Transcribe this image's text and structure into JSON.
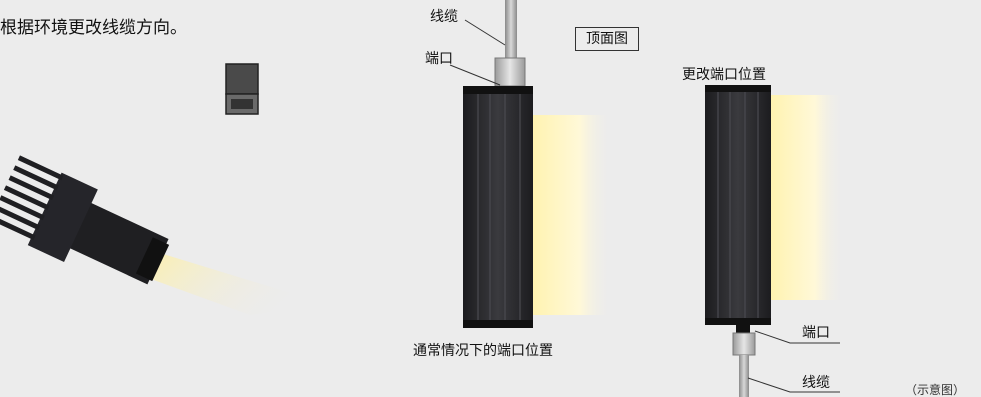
{
  "headline": "根据环境更改线缆方向。",
  "labels": {
    "cable_top": "线缆",
    "port_top": "端口",
    "top_view": "顶面图",
    "normal_caption": "通常情况下的端口位置",
    "changed_caption": "更改端口位置",
    "port_bottom": "端口",
    "cable_bottom": "线缆",
    "schematic_note": "（示意图）"
  },
  "colors": {
    "background": "#ececec",
    "housing": "#2b2b2e",
    "light_beam": "#fff6c0",
    "connector": "#c9c9c9"
  }
}
